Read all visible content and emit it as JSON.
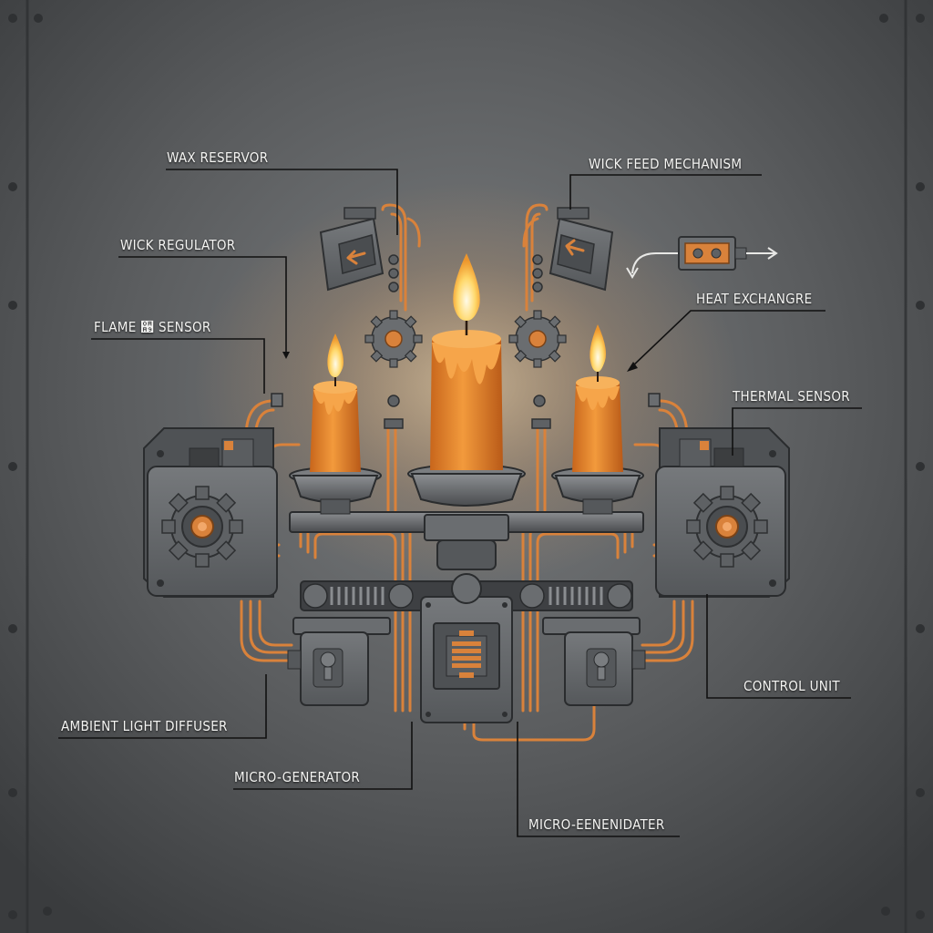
{
  "labels": {
    "wax_reservoir": "WAX RESERVOR",
    "wick_feed_mechanism": "WICK FEED MECHANISM",
    "wick_regulator": "WICK REGULATOR",
    "heat_exchanger": "HEAT EXCHANGRE",
    "flame_sensor": "FLAME ઩ SENSOR",
    "thermal_sensor": "THERMAL SENSOR",
    "control_unit": "CONTROL UNIT",
    "ambient_light_diffuser": "AMBIENT LIGHT DIFFUSER",
    "micro_generator": "MICRO-GENERATOR",
    "micro_generator_2": "MICRO-EENENIDATER"
  },
  "colors": {
    "panel": "#5a5c5e",
    "metal_dark": "#3c3e40",
    "metal_mid": "#6e7174",
    "metal_light": "#9a9da0",
    "copper": "#d9823b",
    "wax": "#e68a2e",
    "flame": "#ffe9a8",
    "label_text": "#f4f4f2",
    "leader_line": "#111111"
  }
}
